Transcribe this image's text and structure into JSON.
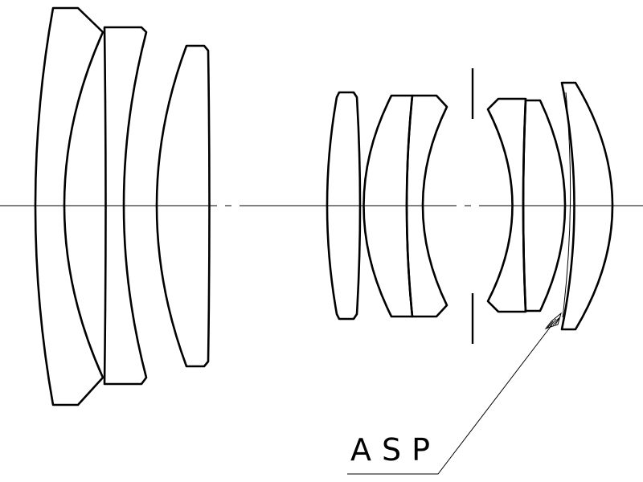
{
  "annotation": {
    "label": "ASP"
  },
  "elements": {
    "group1": [
      "lens-1",
      "lens-2",
      "lens-3"
    ],
    "group2": [
      "lens-4",
      "lens-5",
      "lens-6"
    ],
    "group3": [
      "lens-7",
      "lens-8",
      "lens-9"
    ]
  }
}
